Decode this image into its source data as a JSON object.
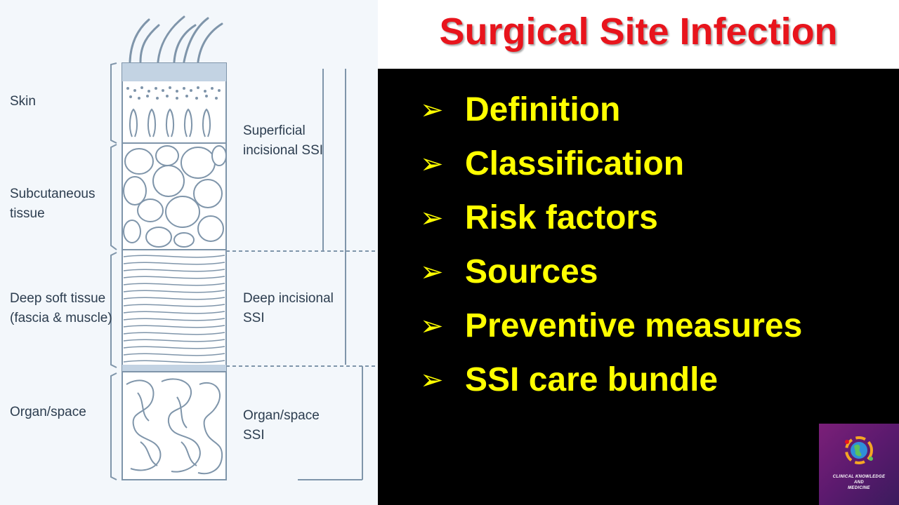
{
  "diagram": {
    "left_labels": {
      "skin": [
        "Skin"
      ],
      "subcutaneous": [
        "Subcutaneous",
        "tissue"
      ],
      "deep_soft": [
        "Deep soft tissue",
        "(fascia & muscle)"
      ],
      "organ_space": [
        "Organ/space"
      ]
    },
    "right_labels": {
      "superficial": [
        "Superficial",
        "incisional SSI"
      ],
      "deep": [
        "Deep incisional",
        "SSI"
      ],
      "organ_space": [
        "Organ/space",
        "SSI"
      ]
    },
    "colors": {
      "line": "#7f95aa",
      "label": "#2c3d4f",
      "skin_band": "#c3d3e3"
    }
  },
  "title": {
    "text": "Surgical Site Infection",
    "color": "#e8141c"
  },
  "topics": {
    "bullet_glyph": "➢",
    "color": "#ffff00",
    "items": [
      "Definition",
      "Classification",
      "Risk factors",
      "Sources",
      "Preventive measures",
      "SSI care bundle"
    ]
  },
  "logo": {
    "lines": [
      "CLINICAL KNOWLEDGE",
      "AND",
      "MEDICINE"
    ]
  }
}
